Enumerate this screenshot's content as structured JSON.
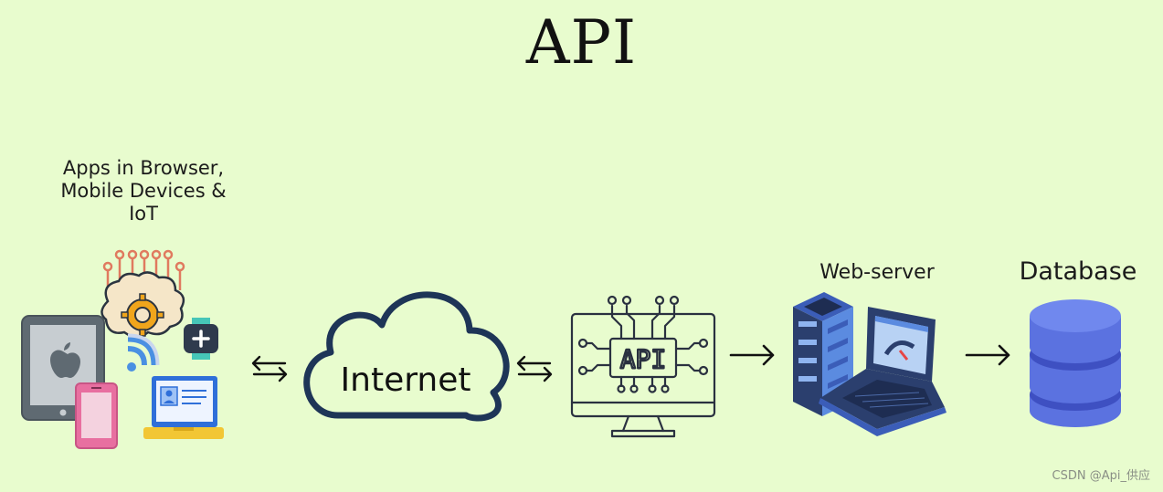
{
  "title": "API",
  "clients": {
    "label": "Apps in Browser,\nMobile Devices &\nIoT"
  },
  "internet": {
    "label": "Internet"
  },
  "api_chip": {
    "label": "API"
  },
  "web_server": {
    "label": "Web-server"
  },
  "database": {
    "label": "Database"
  },
  "watermark": "CSDN @Api_供应",
  "colors": {
    "background": "#e8fcce",
    "cloud_stroke": "#1e3557",
    "db_blue": "#5b72e0",
    "db_dark": "#3e50c2",
    "server_dark": "#2b3f6e",
    "server_blue": "#5b8be0"
  }
}
